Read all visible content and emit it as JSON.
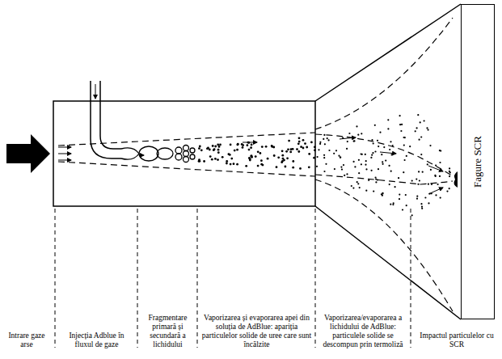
{
  "diagram": {
    "nodes": [
      {
        "text": [
          "Fagure SCR"
        ]
      }
    ],
    "labels": [
      "Intrare gaze arse",
      "Injecția Adblue în fluxul de gaze",
      "Fragmentare primară și secundară a lichidului",
      "Vaporizarea și evaporarea apei din soluția de AdBlue: apariția particulelor solide de uree care sunt încălzite",
      "Vaporizarea/evaporarea a lichidului de AdBlue: particulele solide se descompun prin termoliză",
      "Impactul particulelor cu SCR"
    ]
  }
}
